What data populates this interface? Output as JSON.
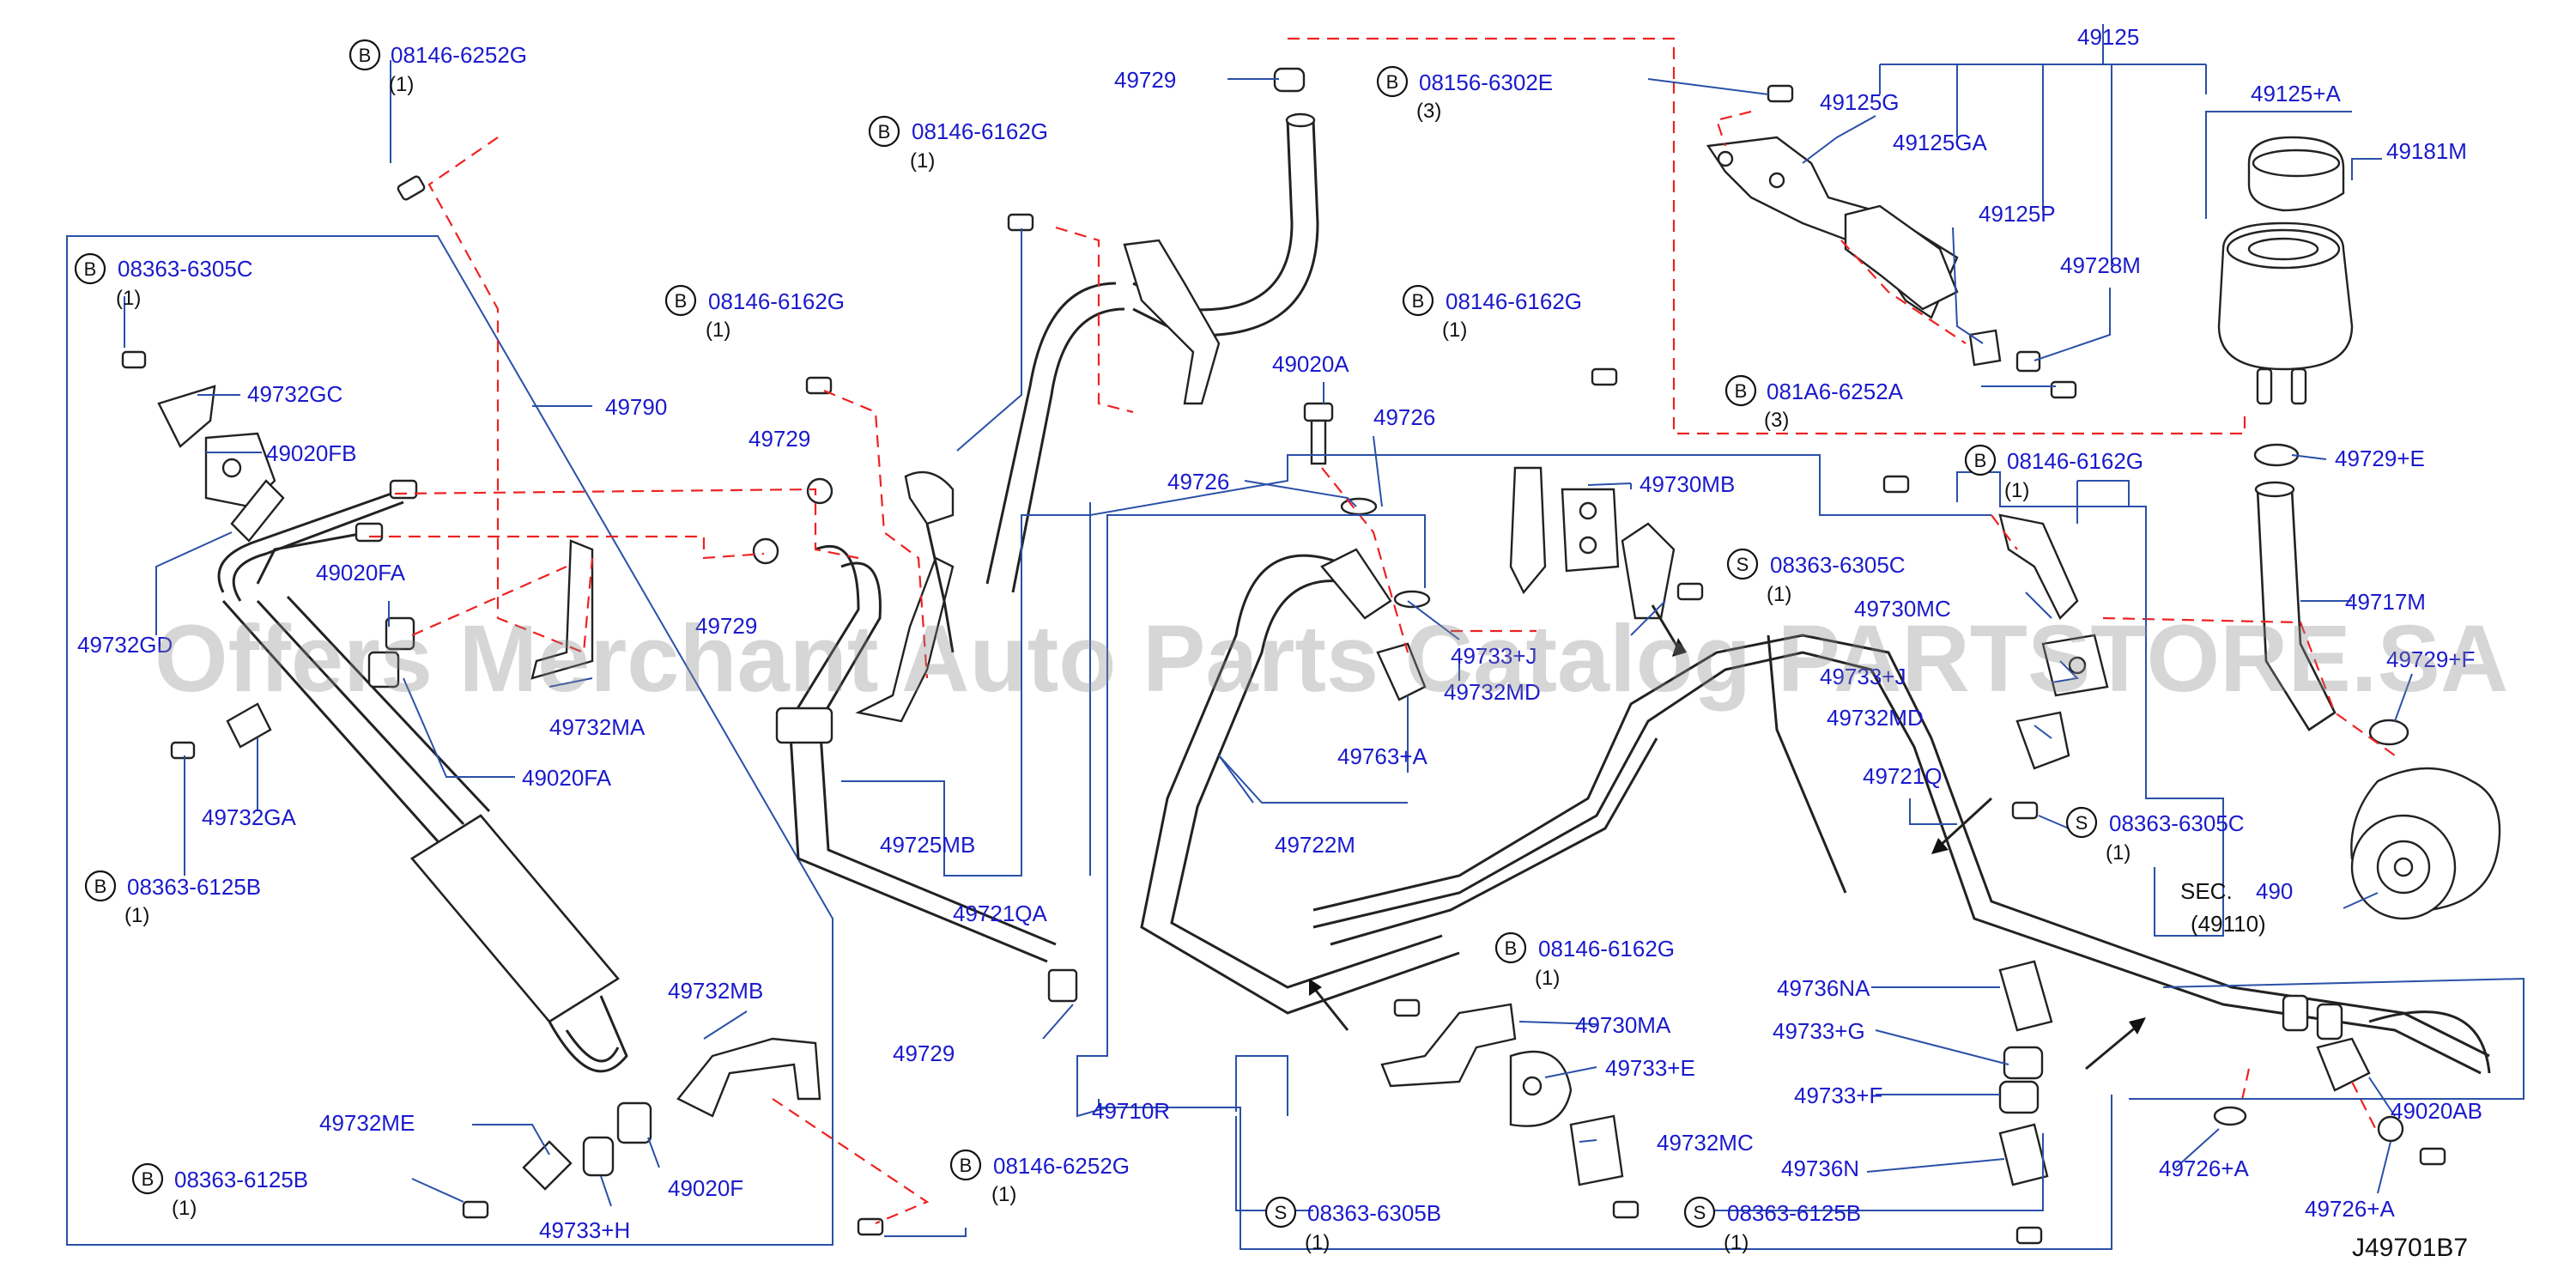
{
  "watermark": "Offers Merchant Auto Parts Catalog PARTSTORE.SA",
  "page_number": "J49701B7",
  "labels": [
    {
      "id": "49790",
      "text": "49790"
    },
    {
      "id": "49732GC",
      "text": "49732GC"
    },
    {
      "id": "49020FB",
      "text": "49020FB"
    },
    {
      "id": "49732GD",
      "text": "49732GD"
    },
    {
      "id": "49020FA_a",
      "text": "49020FA"
    },
    {
      "id": "49732MA",
      "text": "49732MA"
    },
    {
      "id": "49020FA_b",
      "text": "49020FA"
    },
    {
      "id": "49732GA",
      "text": "49732GA"
    },
    {
      "id": "49732MB",
      "text": "49732MB"
    },
    {
      "id": "49732ME",
      "text": "49732ME"
    },
    {
      "id": "49020F",
      "text": "49020F"
    },
    {
      "id": "49733H",
      "text": "49733+H"
    },
    {
      "id": "49729_top",
      "text": "49729"
    },
    {
      "id": "49729_a",
      "text": "49729"
    },
    {
      "id": "49729_b",
      "text": "49729"
    },
    {
      "id": "49729_c",
      "text": "49729"
    },
    {
      "id": "49725MB",
      "text": "49725MB"
    },
    {
      "id": "49721QA",
      "text": "49721QA"
    },
    {
      "id": "49020A",
      "text": "49020A"
    },
    {
      "id": "49726_a",
      "text": "49726"
    },
    {
      "id": "49726_b",
      "text": "49726"
    },
    {
      "id": "49730MB",
      "text": "49730MB"
    },
    {
      "id": "49733J_a",
      "text": "49733+J"
    },
    {
      "id": "49732MD_a",
      "text": "49732MD"
    },
    {
      "id": "49763A",
      "text": "49763+A"
    },
    {
      "id": "49722M",
      "text": "49722M"
    },
    {
      "id": "49710R",
      "text": "49710R"
    },
    {
      "id": "49730MA",
      "text": "49730MA"
    },
    {
      "id": "49733E",
      "text": "49733+E"
    },
    {
      "id": "49732MC",
      "text": "49732MC"
    },
    {
      "id": "49125",
      "text": "49125"
    },
    {
      "id": "49125G",
      "text": "49125G"
    },
    {
      "id": "49125GA",
      "text": "49125GA"
    },
    {
      "id": "49125P",
      "text": "49125P"
    },
    {
      "id": "49728M",
      "text": "49728M"
    },
    {
      "id": "49125A",
      "text": "49125+A"
    },
    {
      "id": "49181M",
      "text": "49181M"
    },
    {
      "id": "49729E",
      "text": "49729+E"
    },
    {
      "id": "49717M",
      "text": "49717M"
    },
    {
      "id": "49729F",
      "text": "49729+F"
    },
    {
      "id": "49730MC",
      "text": "49730MC"
    },
    {
      "id": "49733J_b",
      "text": "49733+J"
    },
    {
      "id": "49732MD_b",
      "text": "49732MD"
    },
    {
      "id": "49721Q",
      "text": "49721Q"
    },
    {
      "id": "49736NA",
      "text": "49736NA"
    },
    {
      "id": "49733G",
      "text": "49733+G"
    },
    {
      "id": "49733F",
      "text": "49733+F"
    },
    {
      "id": "49736N",
      "text": "49736N"
    },
    {
      "id": "49726A_a",
      "text": "49726+A"
    },
    {
      "id": "49726A_b",
      "text": "49726+A"
    },
    {
      "id": "49020AB",
      "text": "49020AB"
    }
  ],
  "fasteners": [
    {
      "id": "f1",
      "badge": "B",
      "code": "08146-6252G",
      "qty": "(1)"
    },
    {
      "id": "f2",
      "badge": "B",
      "code": "08363-6305C",
      "qty": "(1)"
    },
    {
      "id": "f3",
      "badge": "B",
      "code": "08363-6125B",
      "qty": "(1)"
    },
    {
      "id": "f4",
      "badge": "B",
      "code": "08363-6125B",
      "qty": "(1)"
    },
    {
      "id": "f5",
      "badge": "B",
      "code": "08146-6252G",
      "qty": "(1)"
    },
    {
      "id": "f6",
      "badge": "B",
      "code": "08146-6162G",
      "qty": "(1)"
    },
    {
      "id": "f7",
      "badge": "B",
      "code": "08146-6162G",
      "qty": "(1)"
    },
    {
      "id": "f8",
      "badge": "B",
      "code": "08156-6302E",
      "qty": "(3)"
    },
    {
      "id": "f9",
      "badge": "B",
      "code": "08146-6162G",
      "qty": "(1)"
    },
    {
      "id": "f10",
      "badge": "B",
      "code": "081A6-6252A",
      "qty": "(3)"
    },
    {
      "id": "f11",
      "badge": "B",
      "code": "08146-6162G",
      "qty": "(1)"
    },
    {
      "id": "f12",
      "badge": "S",
      "code": "08363-6305C",
      "qty": "(1)"
    },
    {
      "id": "f13",
      "badge": "S",
      "code": "08363-6305C",
      "qty": "(1)"
    },
    {
      "id": "f14",
      "badge": "B",
      "code": "08146-6162G",
      "qty": "(1)"
    },
    {
      "id": "f15",
      "badge": "S",
      "code": "08363-6305B",
      "qty": "(1)"
    },
    {
      "id": "f16",
      "badge": "S",
      "code": "08363-6125B",
      "qty": "(1)"
    }
  ],
  "section_ref": {
    "prefix": "SEC.",
    "number": "490",
    "sub": "(49110)"
  }
}
